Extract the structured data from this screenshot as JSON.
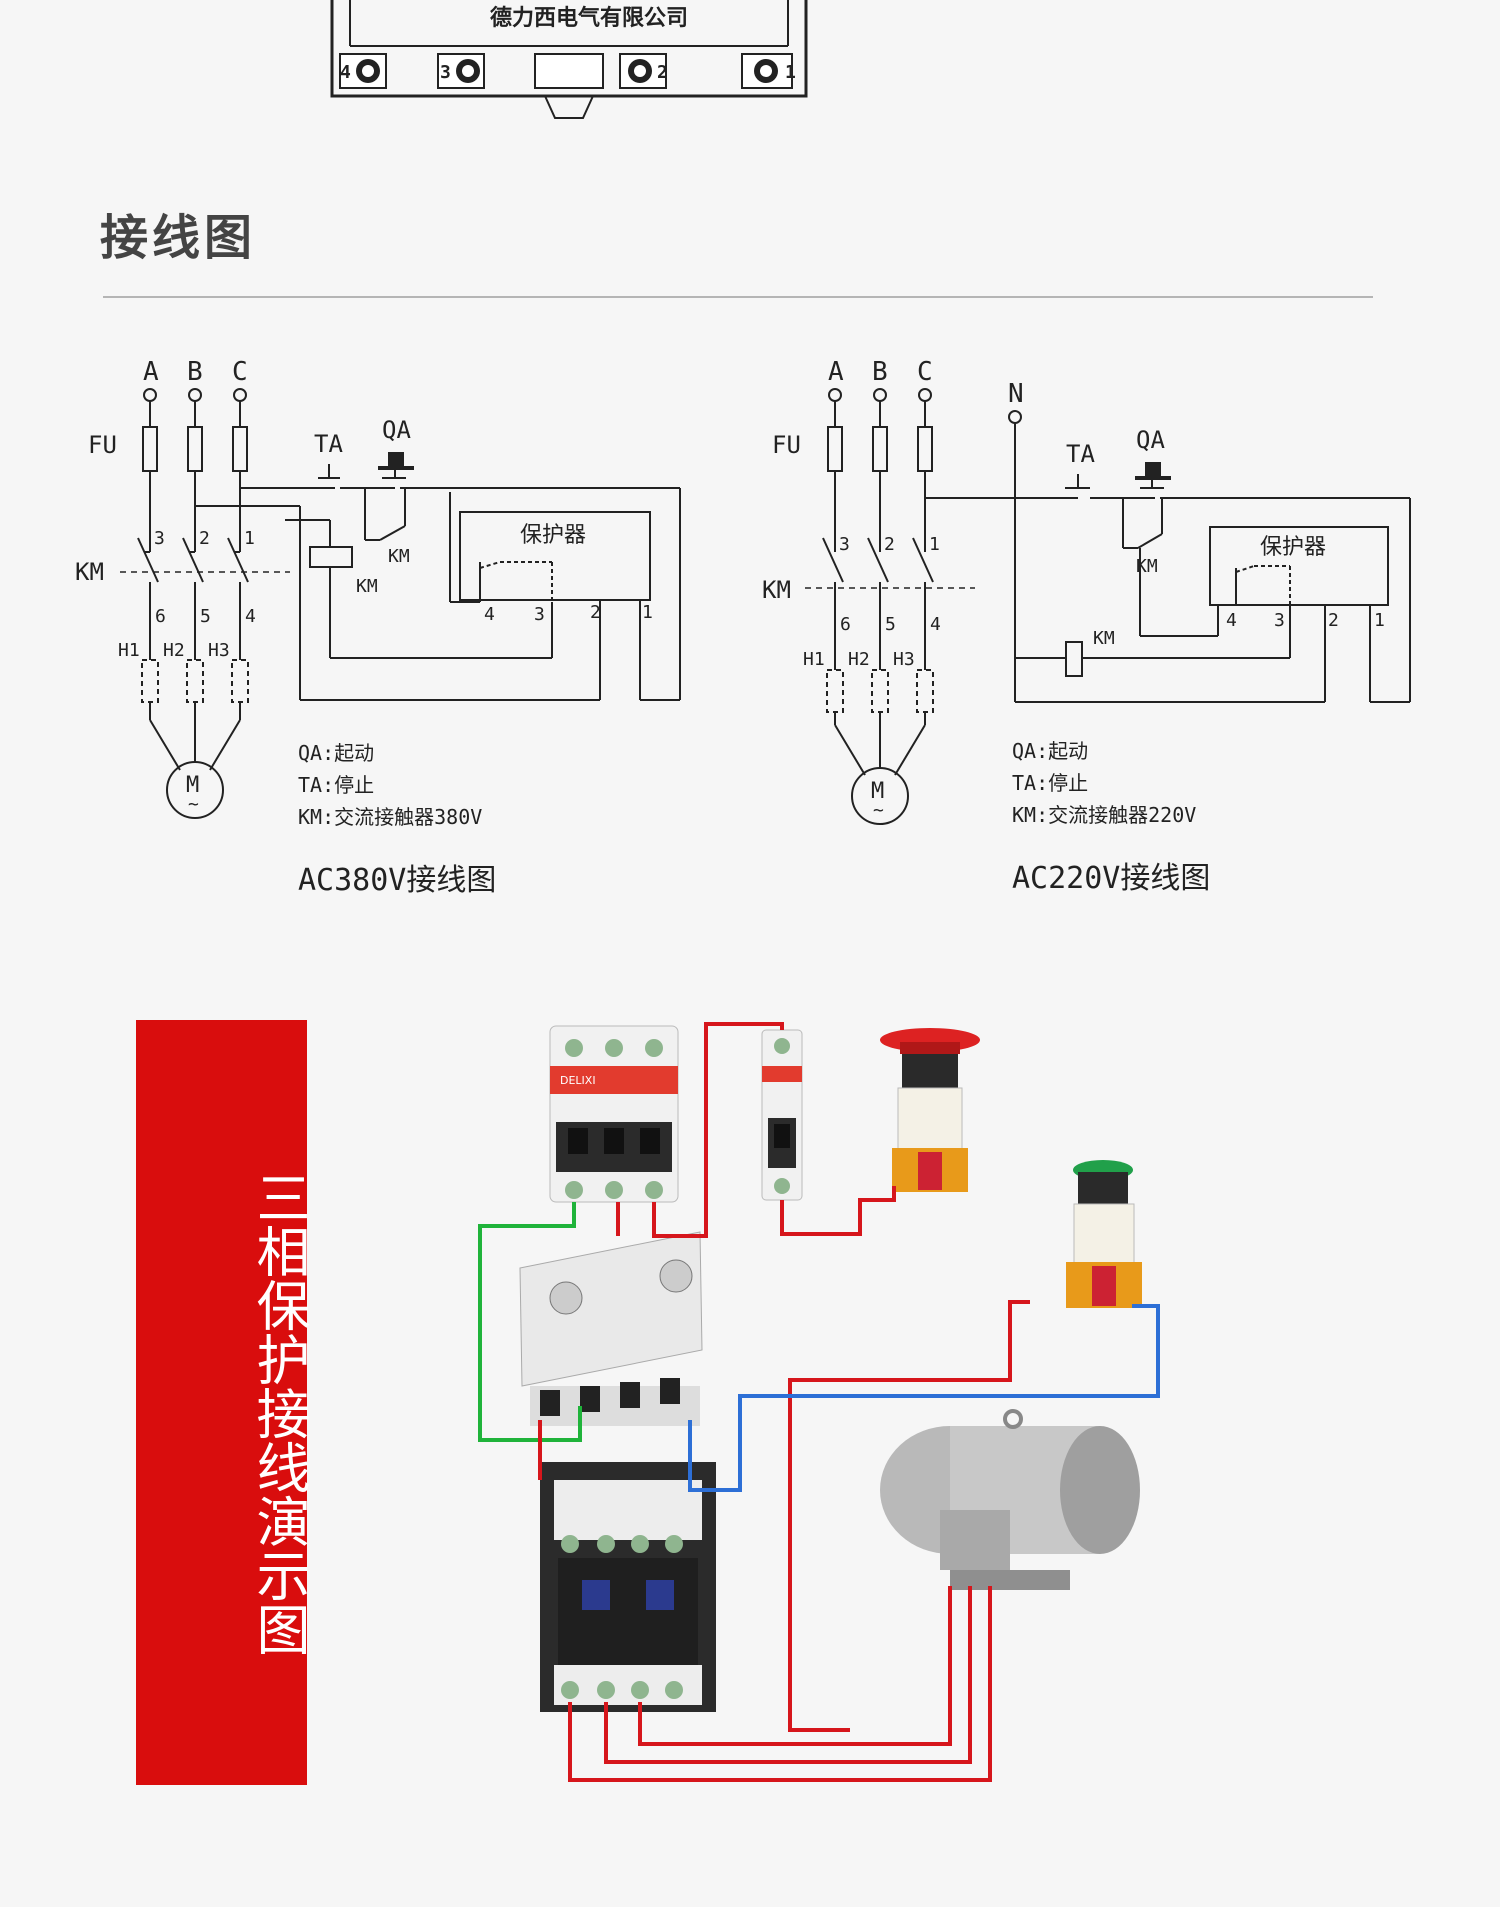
{
  "device": {
    "company": "德力西电气有限公司",
    "terminals": [
      "4",
      "3",
      "2",
      "1"
    ]
  },
  "section": {
    "title": "接线图"
  },
  "diagram_380": {
    "phases": [
      "A",
      "B",
      "C"
    ],
    "fu": "FU",
    "km": "KM",
    "ta": "TA",
    "qa": "QA",
    "protector": "保护器",
    "contacts_top": [
      "3",
      "2",
      "1"
    ],
    "contacts_bottom": [
      "6",
      "5",
      "4"
    ],
    "sensors": [
      "H1",
      "H2",
      "H3"
    ],
    "protector_pins": [
      "4",
      "3",
      "2",
      "1"
    ],
    "motor": "M",
    "motor_sub": "~",
    "legend": [
      "QA:起动",
      "TA:停止",
      "KM:交流接触器380V"
    ],
    "caption": "AC380V接线图"
  },
  "diagram_220": {
    "phases": [
      "A",
      "B",
      "C"
    ],
    "neutral": "N",
    "fu": "FU",
    "km": "KM",
    "ta": "TA",
    "qa": "QA",
    "protector": "保护器",
    "contacts_top": [
      "3",
      "2",
      "1"
    ],
    "contacts_bottom": [
      "6",
      "5",
      "4"
    ],
    "sensors": [
      "H1",
      "H2",
      "H3"
    ],
    "protector_pins": [
      "4",
      "3",
      "2",
      "1"
    ],
    "motor": "M",
    "motor_sub": "~",
    "legend": [
      "QA:起动",
      "TA:停止",
      "KM:交流接触器220V"
    ],
    "caption": "AC220V接线图"
  },
  "banner": {
    "text": "三相保护接线演示图",
    "color": "#d90d0d"
  },
  "demo": {
    "brand": "DELIXI",
    "wire_colors": {
      "red": "#d6161c",
      "green": "#1fb33a",
      "blue": "#2d6fd6"
    }
  }
}
